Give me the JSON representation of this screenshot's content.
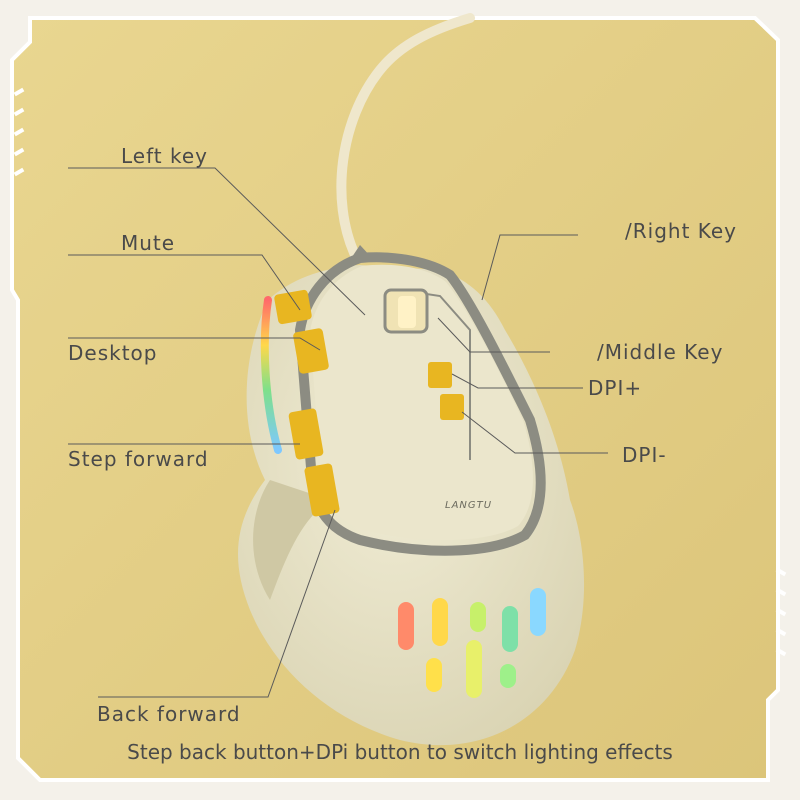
{
  "labels": {
    "left_key": "Left key",
    "mute": "Mute",
    "desktop": "Desktop",
    "step_forward": "Step forward",
    "back_forward": "Back forward",
    "right_key": "/Right Key",
    "middle_key": "/Middle Key",
    "dpi_plus": "DPI+",
    "dpi_minus": "DPI-"
  },
  "brand": "LANGTU",
  "caption": "Step back button+DPi button to switch lighting effects",
  "colors": {
    "background": "#e8d48e",
    "frame": "#f4f1ea",
    "mouse_shell": "#e6e1c6",
    "accent_yellow": "#e8b621",
    "gray_trim": "#8c8c82",
    "leader_line": "#5a5a5a"
  }
}
